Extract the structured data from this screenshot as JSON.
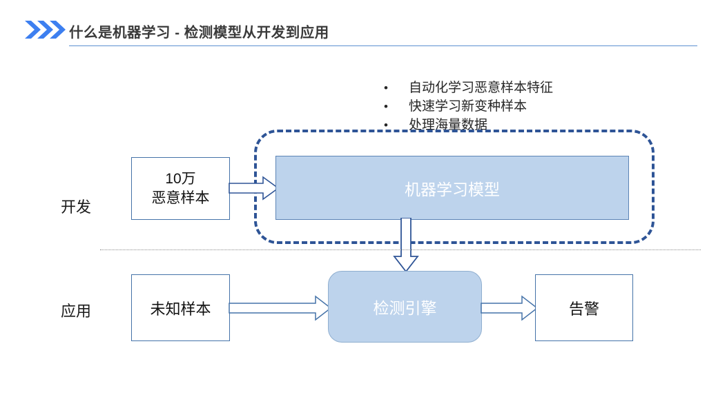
{
  "header": {
    "logo_icon": "triple-chevron-right-icon",
    "title": "什么是机器学习 - 检测模型从开发到应用",
    "accent_color": "#3d7ff0",
    "rule_color": "#5b8fd0"
  },
  "bullets": {
    "marker": "•",
    "items": [
      "自动化学习恶意样本特征",
      "快速学习新变种样本",
      "处理海量数据"
    ]
  },
  "diagram": {
    "stages": {
      "development_label": "开发",
      "application_label": "应用"
    },
    "nodes": {
      "malware_samples_line1": "10万",
      "malware_samples_line2": "恶意样本",
      "ml_model": "机器学习模型",
      "unknown_sample": "未知样本",
      "detection_engine": "检测引擎",
      "alert": "告警"
    },
    "colors": {
      "filled_box_fill": "#bdd3ec",
      "filled_box_text": "#ffffff",
      "plain_box_border": "#4472a8",
      "dashed_zone_border": "#2e5496",
      "arrow_outline": "#2e5496",
      "divider": "#8a8a8a"
    },
    "arrows": {
      "samples_to_model": "arrow-right-icon",
      "model_to_engine": "arrow-down-icon",
      "unknown_to_engine": "arrow-right-icon",
      "engine_to_alert": "arrow-right-icon"
    },
    "dashed_zone_name": "training-boundary"
  }
}
